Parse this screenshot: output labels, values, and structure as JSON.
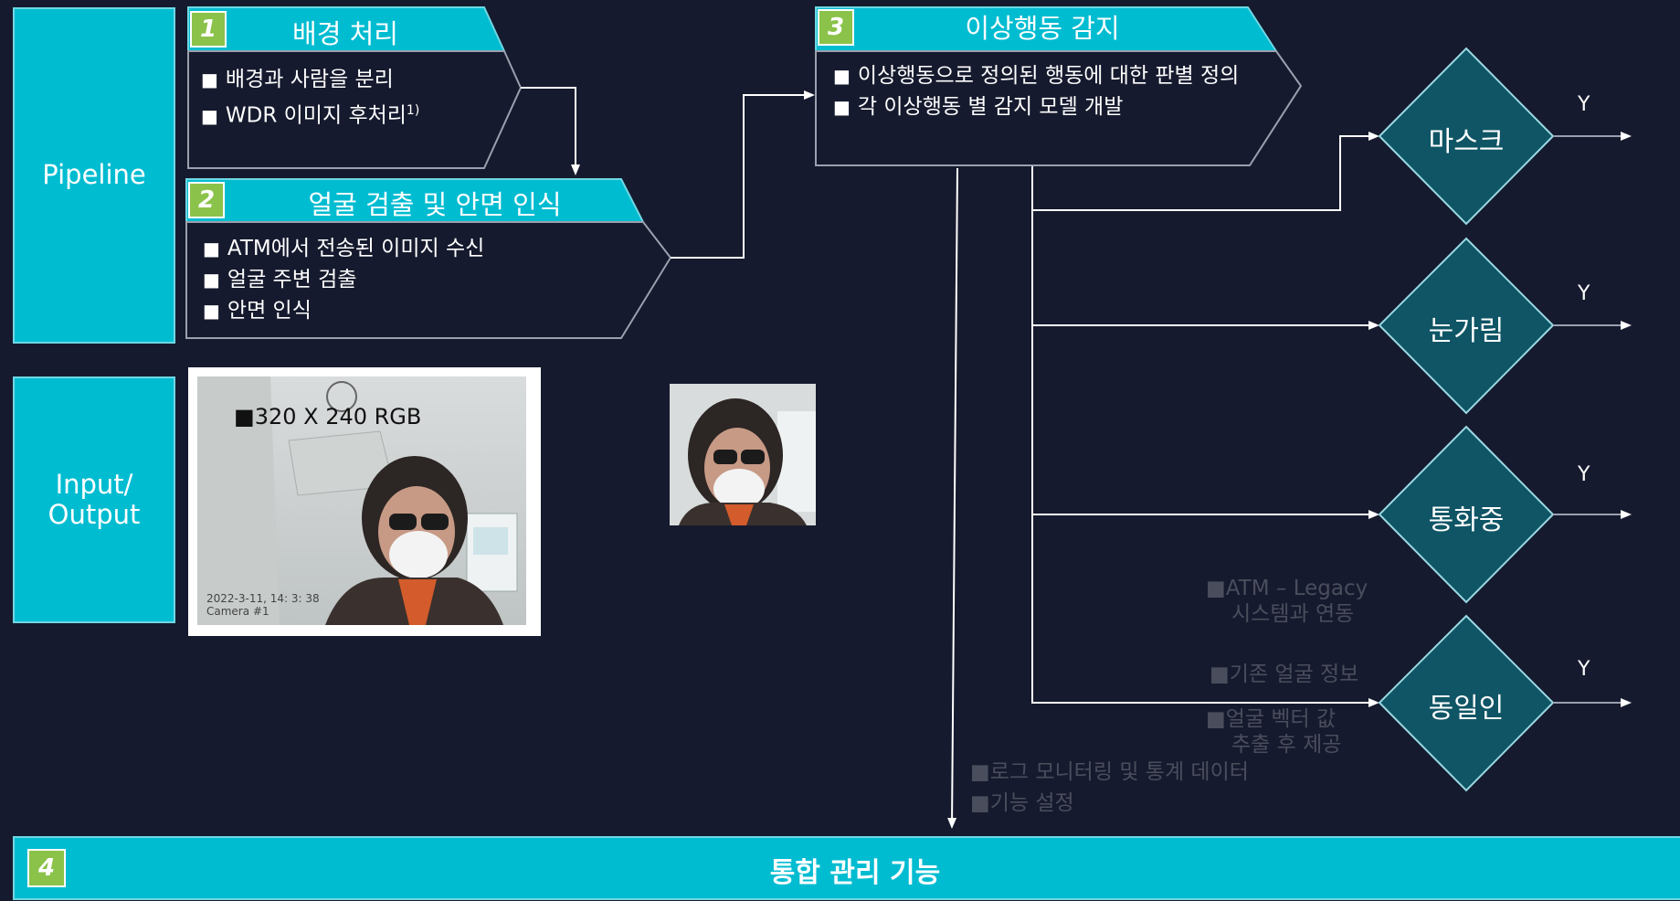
{
  "colors": {
    "background": "#161a2e",
    "accent": "#00bcd1",
    "badge": "#8bc24a",
    "diamond": "#0f5565",
    "line": "#ffffff"
  },
  "sections": {
    "pipeline": "Pipeline",
    "io": "Input/\nOutput"
  },
  "steps": [
    {
      "number": "1",
      "title": "배경 처리",
      "bullets": [
        "배경과 사람을 분리",
        "WDR 이미지 후처리"
      ],
      "footnote": "1)"
    },
    {
      "number": "2",
      "title": "얼굴 검출 및 안면 인식",
      "bullets": [
        "ATM에서 전송된 이미지 수신",
        "얼굴 주변 검출",
        "안면 인식"
      ]
    },
    {
      "number": "3",
      "title": "이상행동 감지",
      "bullets": [
        "이상행동으로 정의된 행동에 대한 판별 정의",
        "각 이상행동 별 감지 모델 개발"
      ]
    },
    {
      "number": "4",
      "title": "통합 관리 기능"
    }
  ],
  "detections": [
    {
      "label": "마스크",
      "output": "Y"
    },
    {
      "label": "눈가림",
      "output": "Y"
    },
    {
      "label": "통화중",
      "output": "Y"
    },
    {
      "label": "동일인",
      "output": "Y"
    }
  ],
  "image": {
    "caption": "320 X 240 RGB",
    "timestamp": "2022-3-11, 14: 3: 38",
    "camera": "Camera #1"
  },
  "faded_notes": {
    "legacy": [
      "ATM – Legacy",
      "시스템과 연동"
    ],
    "face_info": "기존 얼굴 정보",
    "vector": [
      "얼굴 벡터 값",
      "추출 후 제공"
    ],
    "log": "로그 모니터링 및 통계 데이터",
    "settings": "기능 설정"
  }
}
